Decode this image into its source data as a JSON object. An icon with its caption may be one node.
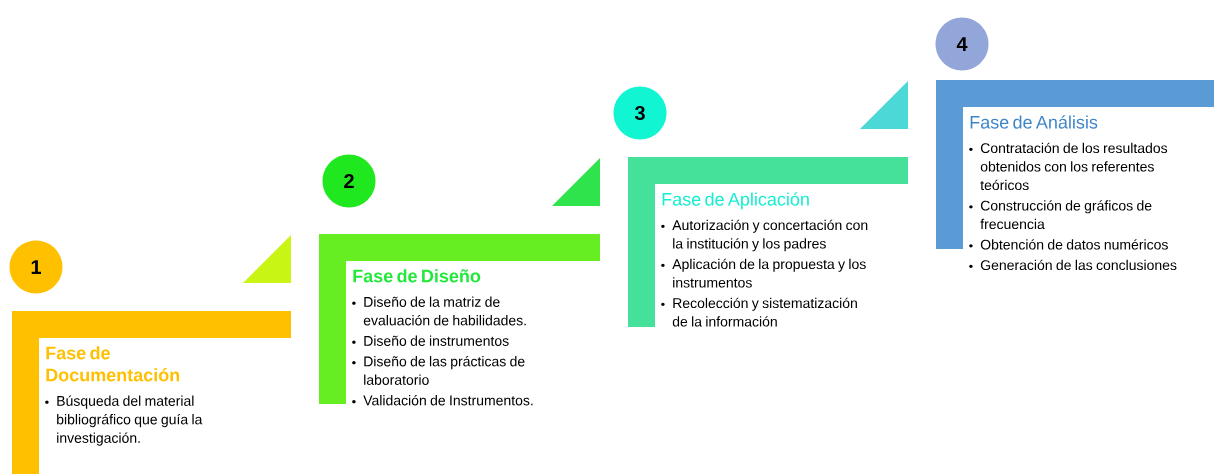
{
  "diagram": {
    "nodes": [
      {
        "text": [
          "1"
        ]
      },
      {
        "text": [
          "Fase de Documentación",
          "Búsqueda del material bibliográfico que guía la investigación."
        ]
      },
      {
        "text": [
          "2"
        ]
      },
      {
        "text": [
          "Fase de Diseño",
          "Diseño de la matriz de evaluación de habilidades.",
          "Diseño de instrumentos",
          "Diseño de las prácticas de laboratorio",
          "Validación de Instrumentos."
        ]
      },
      {
        "text": [
          "3"
        ]
      },
      {
        "text": [
          "Fase de Aplicación",
          "Autorización y concertación con la institución y los padres",
          "Aplicación de la propuesta y los instrumentos",
          "Recolección y sistematización de la información"
        ]
      },
      {
        "text": [
          "4"
        ]
      },
      {
        "text": [
          "Fase de Análisis",
          "Contratación de los resultados obtenidos con los referentes teóricos",
          "Construcción de gráficos de frecuencia",
          "Obtención de datos numéricos",
          "Generación de las conclusiones"
        ]
      }
    ]
  }
}
